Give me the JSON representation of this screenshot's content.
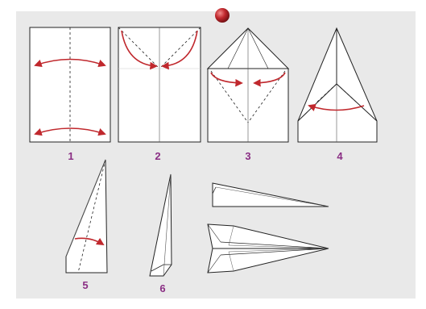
{
  "diagram": {
    "steps": [
      {
        "label": "1"
      },
      {
        "label": "2"
      },
      {
        "label": "3"
      },
      {
        "label": "4"
      },
      {
        "label": "5"
      },
      {
        "label": "6"
      }
    ],
    "colors": {
      "panel": "#e9e9e9",
      "paper": "#ffffff",
      "outline": "#222222",
      "arrow": "#c0282d",
      "label": "#8a2e84",
      "bead": "#c0282d"
    },
    "icons": [
      "red-bead-icon",
      "fold-arrow-icon"
    ]
  }
}
